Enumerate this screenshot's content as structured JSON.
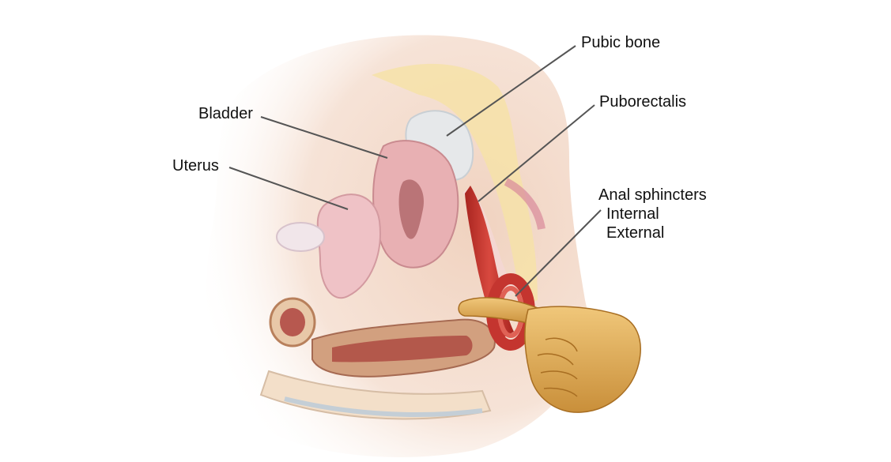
{
  "labels": {
    "pubic_bone": "Pubic bone",
    "puborectalis": "Puborectalis",
    "bladder": "Bladder",
    "uterus": "Uterus",
    "anal_sphincters": "Anal sphincters",
    "internal": "Internal",
    "external": "External"
  },
  "colors": {
    "skin": "#f3d7c2",
    "fat": "#f6e2a8",
    "muscle_red": "#c4352f",
    "organ_pink": "#e8b0b3",
    "bladder_white": "#e6e8ea",
    "finger_gold": "#e2ad5a",
    "leader_line": "#555555"
  }
}
